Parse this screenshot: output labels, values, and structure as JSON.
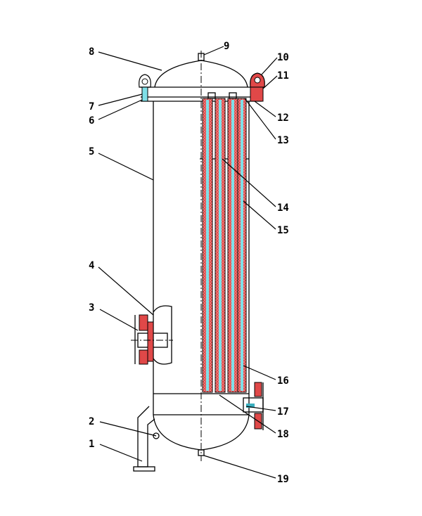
{
  "labels": {
    "l1": "1",
    "l2": "2",
    "l3": "3",
    "l4": "4",
    "l5": "5",
    "l6": "6",
    "l7": "7",
    "l8": "8",
    "l9": "9",
    "l10": "10",
    "l11": "11",
    "l12": "12",
    "l13": "13",
    "l14": "14",
    "l15": "15",
    "l16": "16",
    "l17": "17",
    "l18": "18",
    "l19": "19"
  },
  "colors": {
    "line": "#000000",
    "filter_fill": "#e04848",
    "filter_inner": "#7fe0e8",
    "flange_fill": "#e04848",
    "gasket": "#3ab0c0",
    "lifting_lug": "#e04848"
  }
}
